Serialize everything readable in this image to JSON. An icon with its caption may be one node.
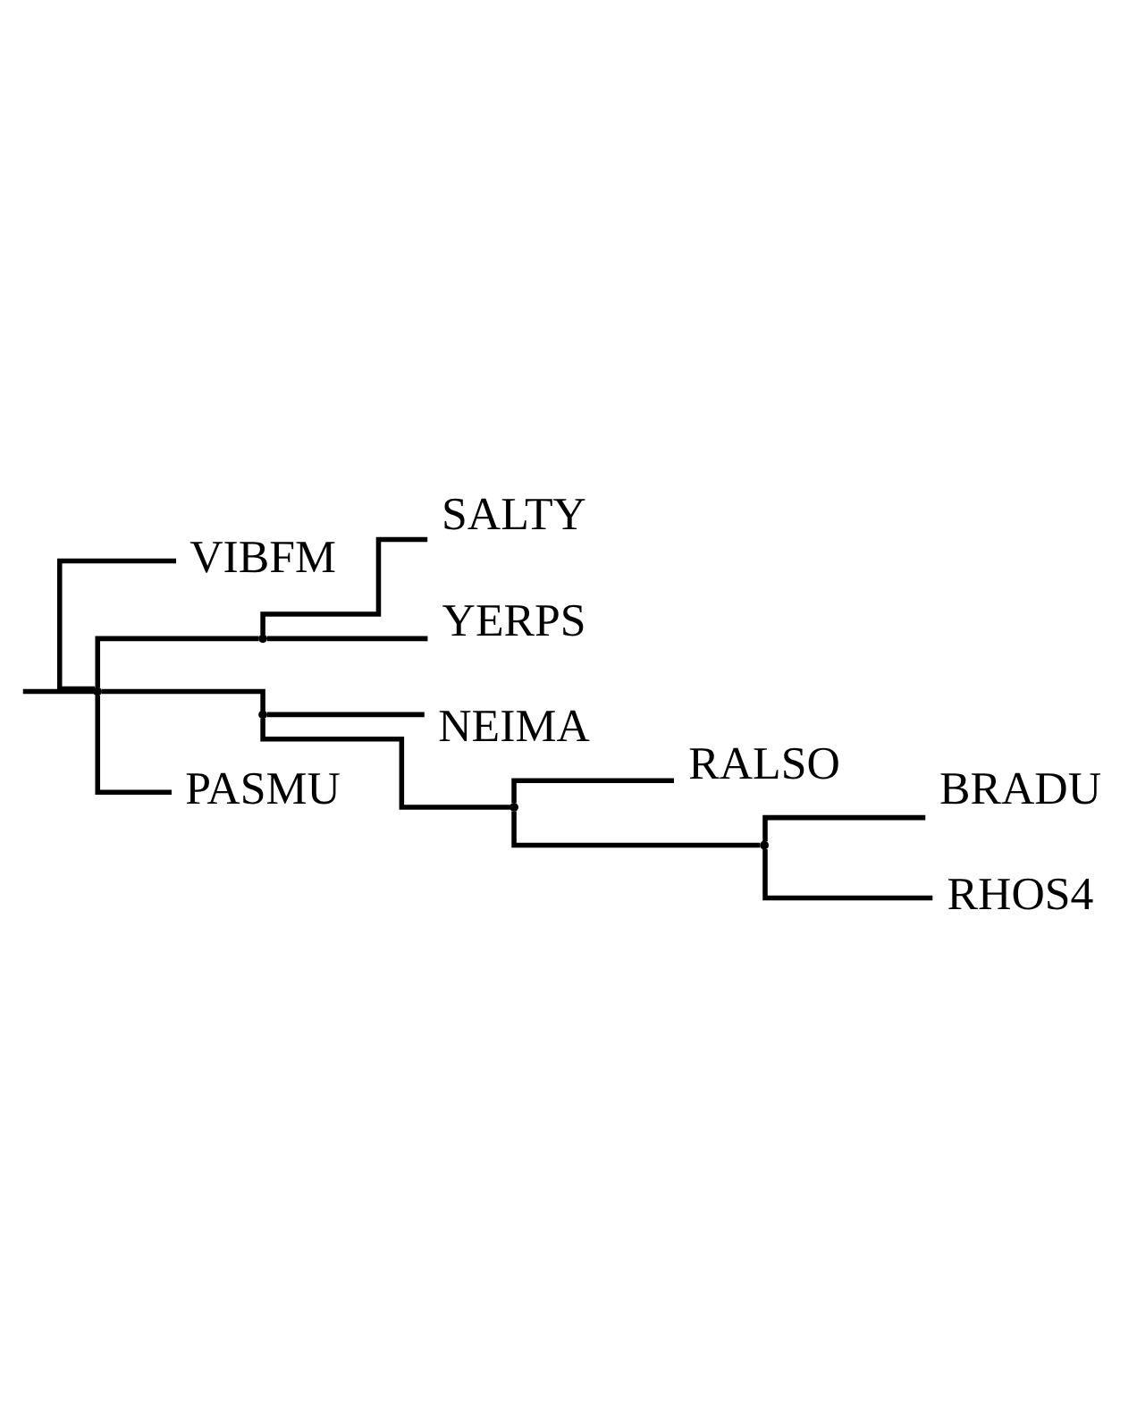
{
  "diagram": {
    "nodes": [
      {
        "text": [],
        "shape": "point"
      },
      {
        "text": [
          "VIBFM"
        ]
      },
      {
        "text": [],
        "shape": "point"
      },
      {
        "text": [
          "SALTY"
        ]
      },
      {
        "text": [
          "YERPS"
        ]
      },
      {
        "text": [],
        "shape": "point"
      },
      {
        "text": [
          "NEIMA"
        ]
      },
      {
        "text": [],
        "shape": "point"
      },
      {
        "text": [
          "RALSO"
        ]
      },
      {
        "text": [],
        "shape": "point"
      },
      {
        "text": [
          "BRADU"
        ]
      },
      {
        "text": [
          "RHOS4"
        ]
      },
      {
        "text": [
          "PASMU"
        ]
      }
    ],
    "edges": [
      {
        "from": null,
        "to": 0,
        "arrow": "none"
      },
      {
        "from": 0,
        "to": 1,
        "arrow": "none"
      },
      {
        "from": 0,
        "to": 2,
        "arrow": "none"
      },
      {
        "from": 2,
        "to": 3,
        "arrow": "none"
      },
      {
        "from": 2,
        "to": 4,
        "arrow": "none"
      },
      {
        "from": 0,
        "to": 5,
        "arrow": "none"
      },
      {
        "from": 5,
        "to": 6,
        "arrow": "none"
      },
      {
        "from": 5,
        "to": 7,
        "arrow": "none"
      },
      {
        "from": 7,
        "to": 8,
        "arrow": "none"
      },
      {
        "from": 7,
        "to": 9,
        "arrow": "none"
      },
      {
        "from": 9,
        "to": 10,
        "arrow": "none"
      },
      {
        "from": 9,
        "to": 11,
        "arrow": "none"
      },
      {
        "from": 0,
        "to": 12,
        "arrow": "none"
      }
    ]
  }
}
